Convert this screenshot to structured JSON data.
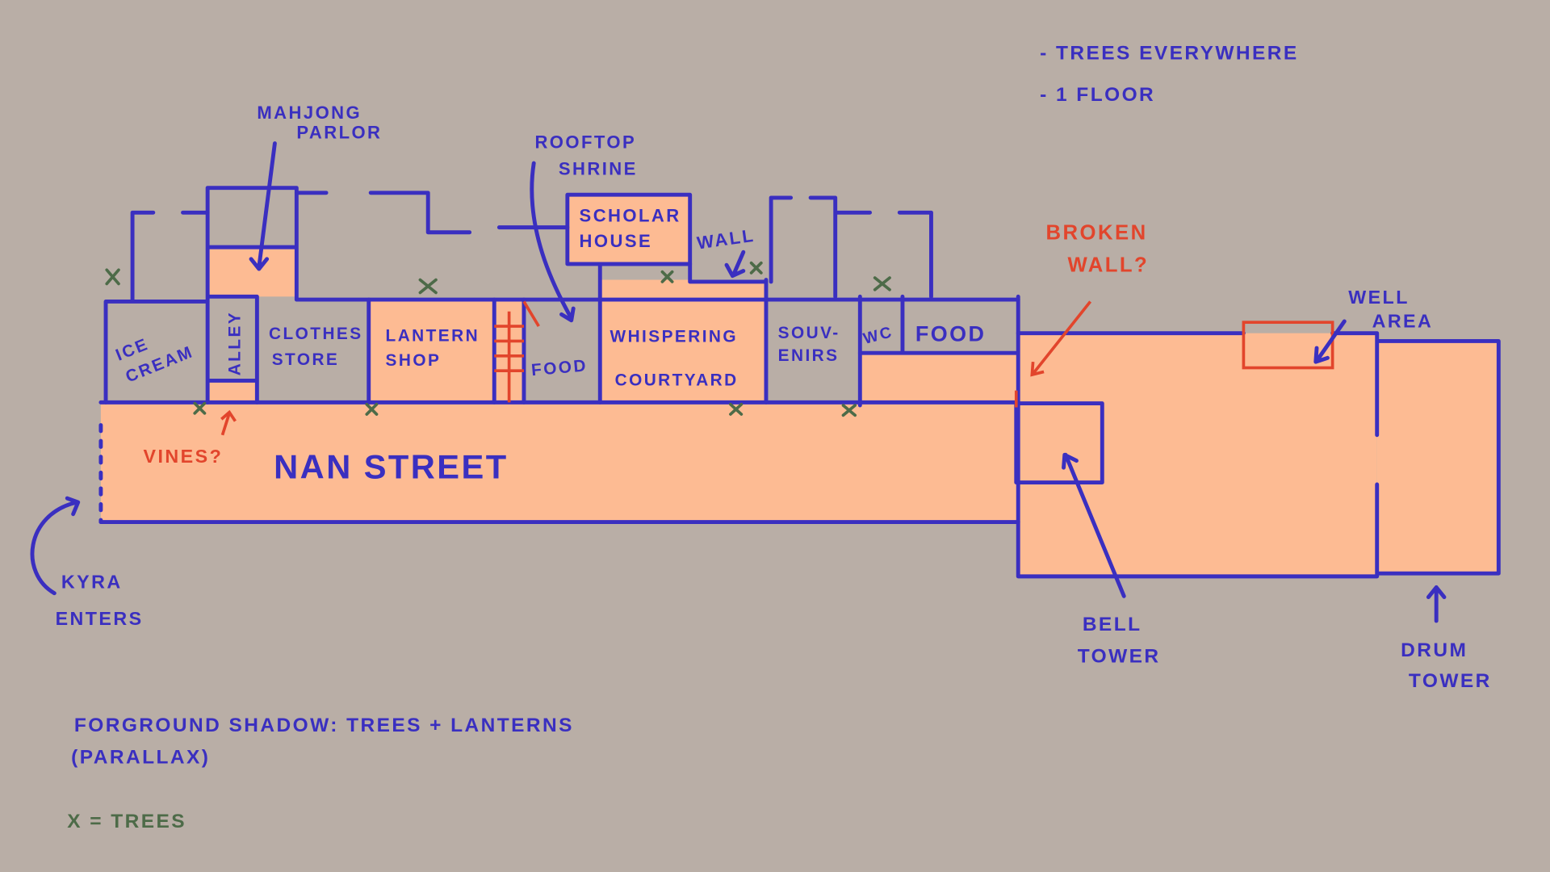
{
  "notes": {
    "line1": "- TREES EVERYWHERE",
    "line2": "- 1 FLOOR",
    "foreground_1": "FORGROUND SHADOW: TREES + LANTERNS",
    "foreground_2": "(PARALLAX)",
    "legend": "X = TREES"
  },
  "places": {
    "mahjong_1": "MAHJONG",
    "mahjong_2": "PARLOR",
    "rooftop_1": "ROOFTOP",
    "rooftop_2": "SHRINE",
    "scholar_1": "SCHOLAR",
    "scholar_2": "HOUSE",
    "wall": "WALL",
    "broken_1": "BROKEN",
    "broken_2": "WALL?",
    "well_1": "WELL",
    "well_2": "AREA",
    "ice_1": "ICE",
    "ice_2": "CREAM",
    "alley": "ALLEY",
    "clothes_1": "CLOTHES",
    "clothes_2": "STORE",
    "lantern_1": "LANTERN",
    "lantern_2": "SHOP",
    "food1": "FOOD",
    "courtyard_1": "WHISPERING",
    "courtyard_2": "COURTYARD",
    "souv_1": "SOUV-",
    "souv_2": "ENIRS",
    "wc": "WC",
    "food2": "FOOD",
    "vines": "VINES?",
    "street": "NAN STREET",
    "kyra_1": "KYRA",
    "kyra_2": "ENTERS",
    "bell_1": "BELL",
    "bell_2": "TOWER",
    "drum_1": "DRUM",
    "drum_2": "TOWER"
  },
  "colors": {
    "background": "#b9aea6",
    "floor": "#fdbb93",
    "ink": "#3a2fc0",
    "accent": "#e2452c",
    "trees": "#4d6b48"
  }
}
